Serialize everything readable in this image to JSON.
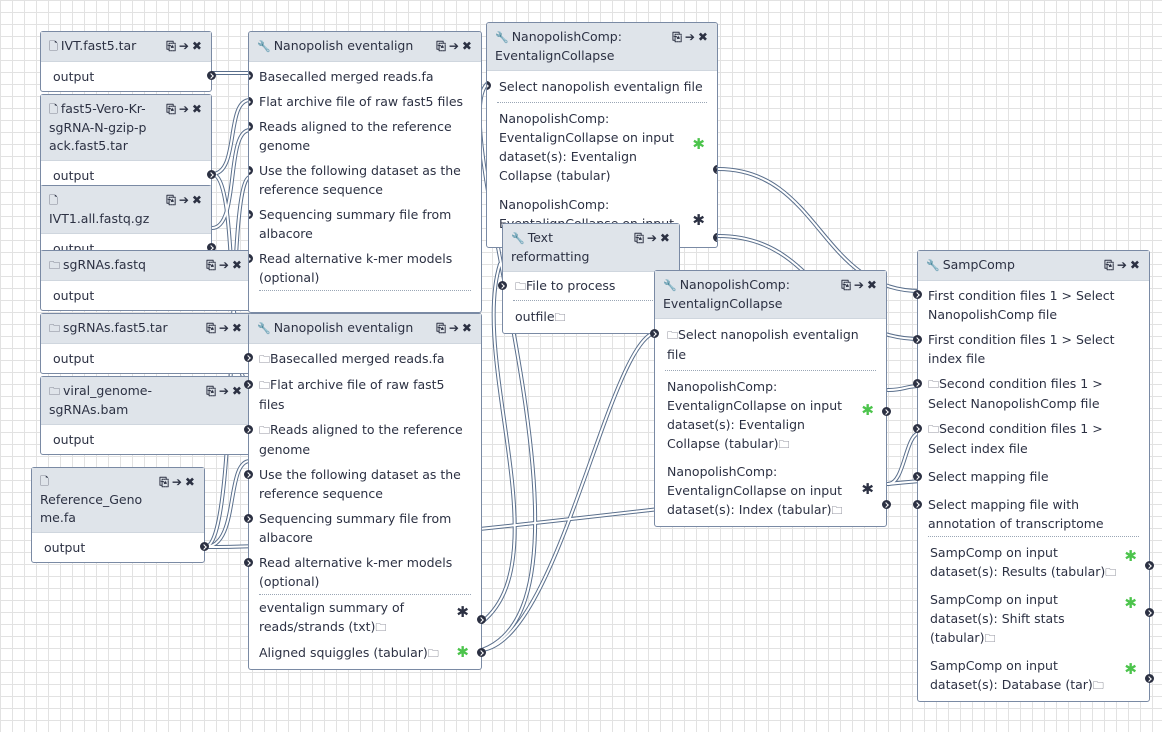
{
  "canvas": {
    "title_buttons": "⎘➔✖",
    "folder_glyph": "🗀",
    "required_marker": "✱",
    "colors": {
      "node_border": "#7a8aa4",
      "title_bg": "#dfe4ea",
      "connector": "#ffffff",
      "connector_outline": "#5a6f8c",
      "optional_star": "#4cc44c",
      "required_star": "#2c3143"
    }
  },
  "inputs": [
    {
      "id": "ivt-fast5",
      "icon": "file-icon",
      "title": "IVT.fast5.tar",
      "output": "output"
    },
    {
      "id": "fast5-vero",
      "icon": "file-icon",
      "title": "fast5-Vero-Kr-sgRNA-N-gzip-pack.fast5.tar",
      "output": "output"
    },
    {
      "id": "ivt1-fastq",
      "icon": "file-icon",
      "title": "IVT1.all.fastq.gz",
      "output": "output"
    },
    {
      "id": "sgrnas-fastq",
      "icon": "folder-icon",
      "title": "sgRNAs.fastq",
      "output": "output"
    },
    {
      "id": "sgrnas-fast5",
      "icon": "folder-icon",
      "title": "sgRNAs.fast5.tar",
      "output": "output"
    },
    {
      "id": "viral-bam",
      "icon": "folder-icon",
      "title": "viral_genome-sgRNAs.bam",
      "output": "output"
    },
    {
      "id": "reference-genome",
      "icon": "file-icon",
      "title": "Reference_Genome.fa",
      "output": "output"
    }
  ],
  "eventalign1": {
    "title": "Nanopolish eventalign",
    "inputs": [
      "Basecalled merged reads.fa",
      "Flat archive file of raw fast5 files",
      "Reads aligned to the reference genome",
      "Use the following dataset as the reference sequence",
      "Sequencing summary file from albacore",
      "Read alternative k-mer models (optional)"
    ]
  },
  "eventalign2": {
    "title": "Nanopolish eventalign",
    "inputs": [
      "Basecalled merged reads.fa",
      "Flat archive file of raw fast5 files",
      "Reads aligned to the reference genome",
      "Use the following dataset as the reference sequence",
      "Sequencing summary file from albacore",
      "Read alternative k-mer models (optional)"
    ],
    "outputs": [
      "eventalign summary of reads/strands (txt)",
      "Aligned squiggles (tabular)"
    ]
  },
  "collapse1": {
    "title": "NanopolishComp: EventalignCollapse",
    "inputs": [
      "Select nanopolish eventalign file"
    ],
    "outputs": [
      "NanopolishComp: EventalignCollapse on input dataset(s): Eventalign Collapse (tabular)",
      "NanopolishComp: EventalignCollapse on input"
    ]
  },
  "text_reformatting": {
    "title": "Text reformatting",
    "inputs": [
      "File to process"
    ],
    "outputs": [
      "outfile"
    ]
  },
  "collapse2": {
    "title": "NanopolishComp: EventalignCollapse",
    "inputs": [
      "Select nanopolish eventalign file"
    ],
    "outputs": [
      "NanopolishComp: EventalignCollapse on input dataset(s): Eventalign Collapse (tabular)",
      "NanopolishComp: EventalignCollapse on input dataset(s): Index (tabular)"
    ]
  },
  "sampcomp": {
    "title": "SampComp",
    "inputs": [
      "First condition files 1 > Select NanopolishComp file",
      "First condition files 1 > Select index file",
      "Second condition files 1 > Select NanopolishComp file",
      "Second condition files 1 > Select index file",
      "Select mapping file",
      "Select mapping file with annotation of transcriptome"
    ],
    "outputs": [
      "SampComp on input dataset(s): Results (tabular)",
      "SampComp on input dataset(s): Shift stats (tabular)",
      "SampComp on input dataset(s): Database (tar)"
    ]
  }
}
